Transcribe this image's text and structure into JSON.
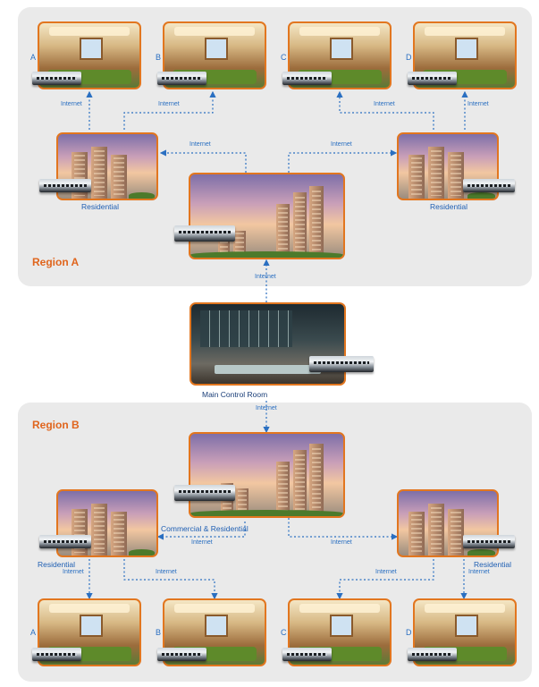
{
  "diagram": {
    "region_a": {
      "title": "Region A",
      "residential_left": "Residential",
      "residential_right": "Residential"
    },
    "region_b": {
      "title": "Region B",
      "commercial": "Commercial & Residential",
      "residential_left": "Residential",
      "residential_right": "Residential"
    },
    "control_room": "Main Control Room",
    "link_label": "Internet",
    "letters": [
      "A",
      "B",
      "C",
      "D"
    ],
    "colors": {
      "region_bg": "#eaeaea",
      "accent_orange": "#e0651d",
      "link_blue": "#2a6fc1"
    }
  }
}
